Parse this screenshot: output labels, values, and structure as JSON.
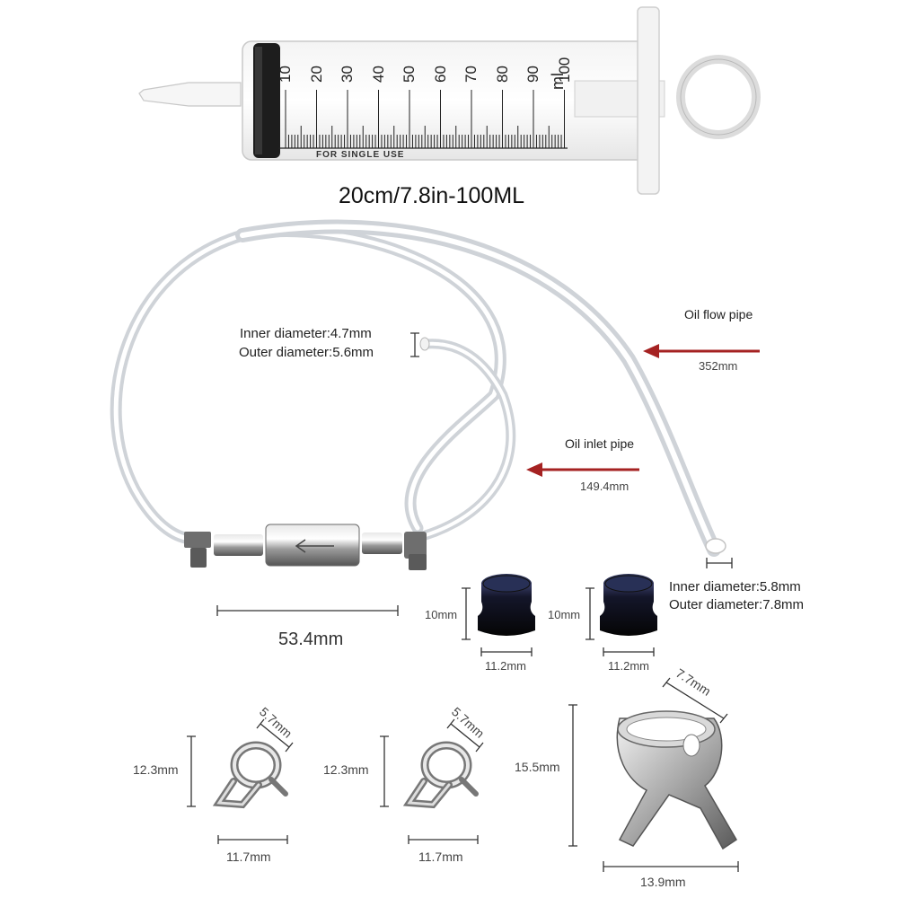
{
  "syringe": {
    "scale_marks": [
      "10",
      "20",
      "30",
      "40",
      "50",
      "60",
      "70",
      "80",
      "90",
      "100"
    ],
    "unit": "ml",
    "print": "FOR SINGLE USE",
    "caption": "20cm/7.8in-100ML"
  },
  "oil_flow_pipe": {
    "label": "Oil flow pipe",
    "length": "352mm",
    "inner_diameter": "Inner diameter:5.8mm",
    "outer_diameter": "Outer diameter:7.8mm",
    "arrow_color": "#a52222"
  },
  "oil_inlet_pipe": {
    "label": "Oil inlet pipe",
    "length": "149.4mm",
    "inner_diameter": "Inner diameter:4.7mm",
    "outer_diameter": "Outer diameter:5.6mm",
    "arrow_color": "#a52222"
  },
  "check_valve": {
    "length": "53.4mm"
  },
  "plugs": [
    {
      "height": "10mm",
      "width": "11.2mm"
    },
    {
      "height": "10mm",
      "width": "11.2mm"
    }
  ],
  "small_clips": [
    {
      "width": "5.7mm",
      "height": "12.3mm",
      "length": "11.7mm"
    },
    {
      "width": "5.7mm",
      "height": "12.3mm",
      "length": "11.7mm"
    }
  ],
  "large_clip": {
    "width": "7.7mm",
    "height": "15.5mm",
    "length": "13.9mm"
  }
}
